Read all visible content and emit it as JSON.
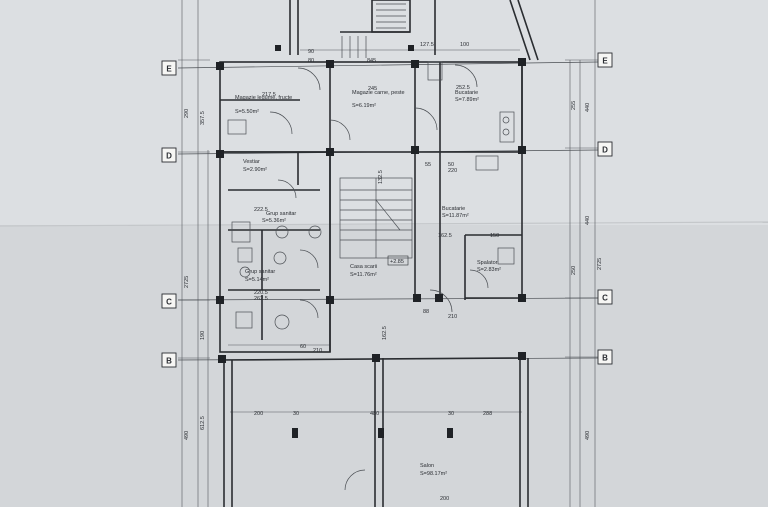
{
  "axes": [
    "E",
    "D",
    "C",
    "B"
  ],
  "rooms": [
    {
      "id": "magazie-legume",
      "name": "Magazie legume, fructe",
      "area": "S=5.50m²"
    },
    {
      "id": "magazie-carne",
      "name": "Magazie carne, peste",
      "area": "S=6.19m²"
    },
    {
      "id": "bucatarie-1",
      "name": "Bucatarie",
      "area": "S=7.89m²"
    },
    {
      "id": "vestiar",
      "name": "Vestiar",
      "area": "S=2.90m²"
    },
    {
      "id": "grup-sanitar-1",
      "name": "Grup sanitar",
      "area": "S=5.36m²"
    },
    {
      "id": "bucatarie-2",
      "name": "Bucatarie",
      "area": "S=11.87m²"
    },
    {
      "id": "grup-sanitar-2",
      "name": "Grup sanitar",
      "area": "S=5.14m²"
    },
    {
      "id": "casa-scarii",
      "name": "Casa scarii",
      "area": "S=11.76m²"
    },
    {
      "id": "spalator",
      "name": "Spalator",
      "area": "S=2.83m²"
    },
    {
      "id": "salon",
      "name": "Salon",
      "area": "S=98.17m²"
    }
  ],
  "level_mark": "+2.85",
  "dims": {
    "left_outer_top": "290",
    "left_outer_mid": "2725",
    "left_outer_bot": "490",
    "left_inner_1": "357.5",
    "left_inner_2": "190",
    "left_inner_3": "612.5",
    "right_outer_top": "440",
    "right_outer_mid": "440",
    "right_outer_2": "2725",
    "right_outer_bot": "490",
    "right_inner_1": "255",
    "right_inner_2": "250",
    "top_90": "90",
    "top_80": "80",
    "top_845": "845",
    "top_1275": "127.5",
    "top_100": "100",
    "top_2175": "217.5",
    "top_2525": "252.5",
    "top_1625": "162.5",
    "top_150": "150",
    "top_1325": "132.5",
    "bot_200": "200",
    "bot_30": "30",
    "bot_480": "480",
    "bot_288": "288",
    "bot_200b": "200",
    "bot_210": "210",
    "bot_60": "60",
    "wall_55": "55",
    "wall_50": "50",
    "wall_220": "220",
    "wall_88": "88",
    "wall_210": "210",
    "wall_2225": "222.5",
    "wall_2625": "262.5",
    "wall_1625b": "162.5",
    "wall_2205": "220.5",
    "wall_245": "245"
  }
}
